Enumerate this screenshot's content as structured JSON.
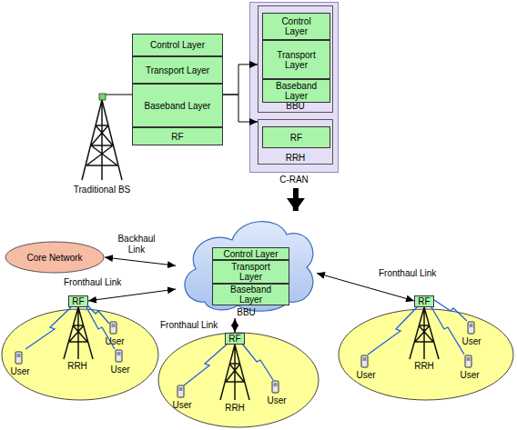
{
  "diagram": {
    "nodes": [
      {
        "text": [
          "Control Layer"
        ]
      },
      {
        "text": [
          "Transport Layer"
        ]
      },
      {
        "text": [
          "Baseband Layer"
        ]
      },
      {
        "text": [
          "RF"
        ]
      },
      {
        "text": [
          "C-RAN"
        ]
      },
      {
        "text": [
          "BBU"
        ],
        "in": 4
      },
      {
        "text": [
          "Control Layer"
        ],
        "in": 5
      },
      {
        "text": [
          "Transport Layer"
        ],
        "in": 5
      },
      {
        "text": [
          "Baseband Layer"
        ],
        "in": 5
      },
      {
        "text": [
          "RRH"
        ],
        "in": 4
      },
      {
        "text": [
          "RF"
        ],
        "in": 9
      },
      {
        "text": [
          "Core Network"
        ]
      },
      {
        "text": [
          "BBU"
        ]
      },
      {
        "text": [
          "Control Layer"
        ],
        "in": 12
      },
      {
        "text": [
          "Transport Layer"
        ],
        "in": 12
      },
      {
        "text": [
          "Baseband Layer"
        ],
        "in": 12
      },
      {
        "text": [
          "RF"
        ]
      },
      {
        "text": [
          "RF"
        ]
      },
      {
        "text": [
          "RF"
        ]
      }
    ],
    "edges": [
      {
        "from": 2,
        "to": 5,
        "arrow": "to"
      },
      {
        "from": 2,
        "to": 9,
        "arrow": "to"
      },
      {
        "from": 4,
        "to": 12,
        "arrow": "to"
      },
      {
        "from": 12,
        "to": 11,
        "label": "Backhaul Link",
        "arrow": "both"
      },
      {
        "from": 12,
        "to": 16,
        "label": "Fronthaul Link",
        "arrow": "both"
      },
      {
        "from": 12,
        "to": 17,
        "label": "Fronthaul Link",
        "arrow": "both"
      },
      {
        "from": 12,
        "to": 18,
        "label": "Fronthaul Link",
        "arrow": "both"
      }
    ],
    "labels": [
      "Traditional BS",
      "RRH",
      "User",
      "User",
      "User",
      "RRH",
      "User",
      "User",
      "RRH",
      "User",
      "User",
      "User"
    ]
  }
}
